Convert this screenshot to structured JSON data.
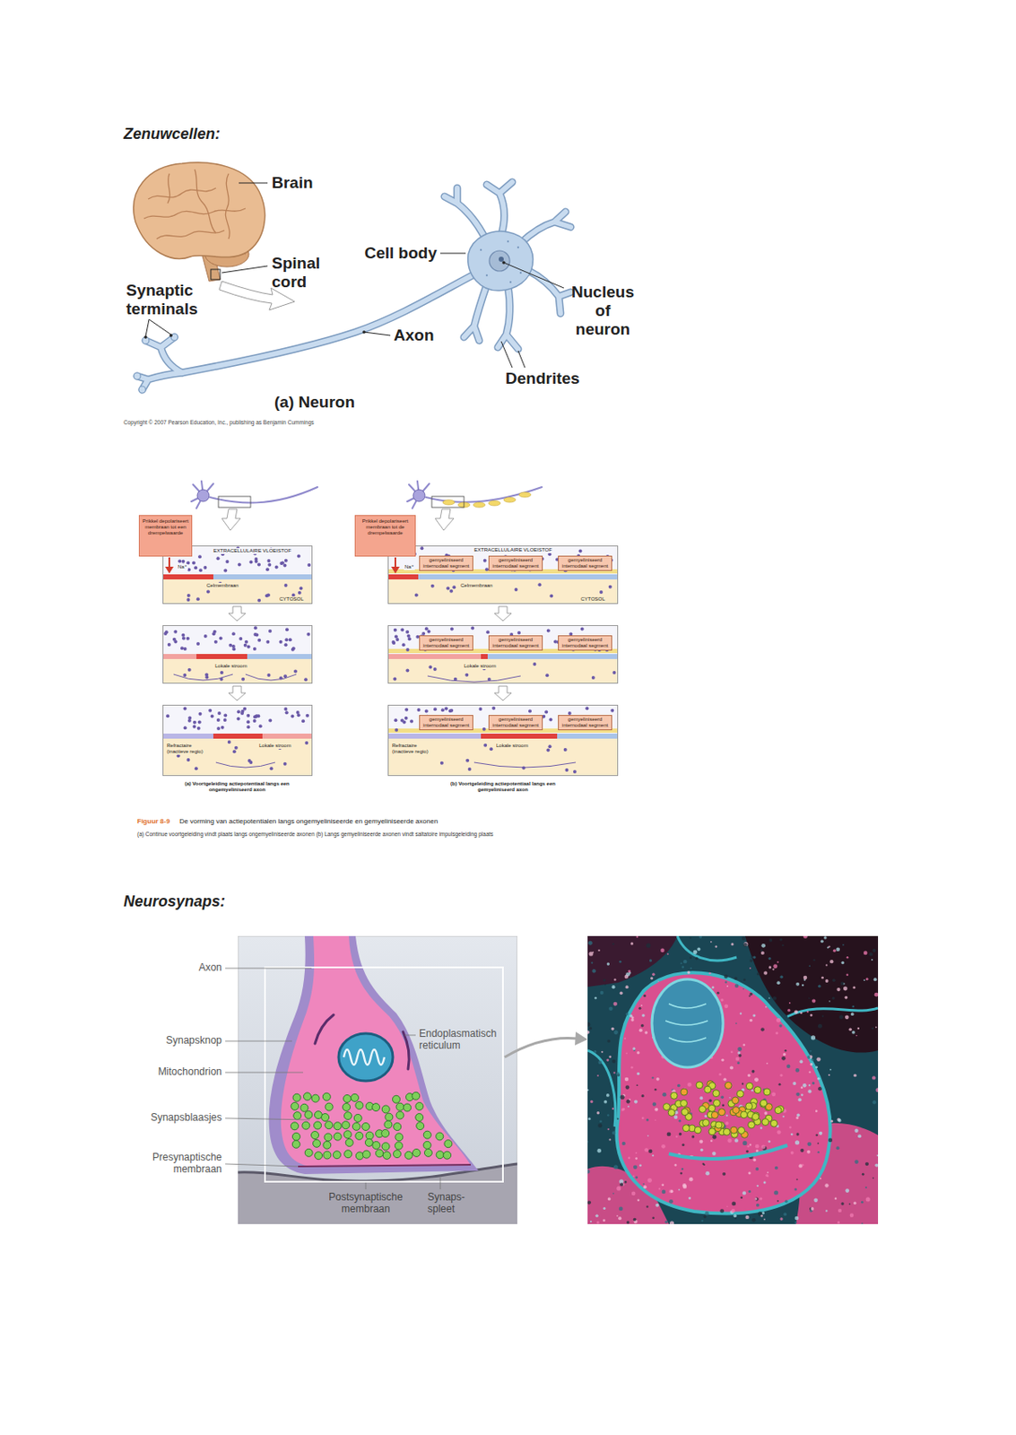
{
  "diagram": {
    "caption": "De vorming van actiepotentialen langs ongemyeliniseerde en gemyeliniseerde axonen",
    "nodes": [
      {
        "text": [
          "Prikkel depolariseert membraan tot een drempelwaarde"
        ]
      },
      {
        "text": [
          "EXTRACELLULAIRE VLOEISTOF",
          "Na⁺",
          "Celmembraan",
          "CYTOSOL"
        ]
      },
      {
        "text": [
          "Lokale stroom"
        ]
      },
      {
        "text": [
          "Refractaire (inactieve regio)",
          "Lokale stroom"
        ]
      },
      {
        "text": [
          "Prikkel depolariseert membraan tot de drempelwaarde"
        ]
      },
      {
        "text": [
          "EXTRACELLULAIRE VLOEISTOF",
          "Na⁺",
          "Celmembraan",
          "CYTOSOL"
        ]
      },
      {
        "text": [
          "gemyeliniseerd internodaal segment"
        ],
        "in": 5
      },
      {
        "text": [
          "gemyeliniseerd internodaal segment"
        ],
        "in": 5
      },
      {
        "text": [
          "gemyeliniseerd internodaal segment"
        ],
        "in": 5
      },
      {
        "text": [
          "Lokale stroom"
        ]
      },
      {
        "text": [
          "gemyeliniseerd internodaal segment"
        ],
        "in": 9
      },
      {
        "text": [
          "gemyeliniseerd internodaal segment"
        ],
        "in": 9
      },
      {
        "text": [
          "gemyeliniseerd internodaal segment"
        ],
        "in": 9
      },
      {
        "text": [
          "Refractaire (inactieve regio)",
          "Lokale stroom"
        ]
      },
      {
        "text": [
          "gemyeliniseerd internodaal segment"
        ],
        "in": 13
      },
      {
        "text": [
          "gemyeliniseerd internodaal segment"
        ],
        "in": 13
      },
      {
        "text": [
          "gemyeliniseerd internodaal segment"
        ],
        "in": 13
      }
    ],
    "labels": [
      "Zenuwcellen:",
      "Brain",
      "Spinal cord",
      "Cell body",
      "Nucleus of neuron",
      "Synaptic terminals",
      "Axon",
      "Dendrites",
      "(a) Neuron",
      "Copyright © 2007 Pearson Education, Inc., publishing as Benjamin Cummings",
      "(a) Voortgeleiding actiepotentiaal langs een ongemyeliniseerd axon",
      "(b) Voortgeleiding actiepotentiaal langs een gemyeliniseerd axon",
      "Figuur 8-9",
      "(a) Continue voortgeleiding vindt plaats langs ongemyeliniseerde axonen (b) Langs gemyeliniseerde axonen vindt saltatoire impulsgeleiding plaats",
      "Neurosynaps:",
      "Axon",
      "Synapsknop",
      "Mitochondrion",
      "Synapsblaasjes",
      "Presynaptische membraan",
      "Endoplasmatisch reticulum",
      "Postsynaptische membraan",
      "Synaps- spleet"
    ]
  }
}
